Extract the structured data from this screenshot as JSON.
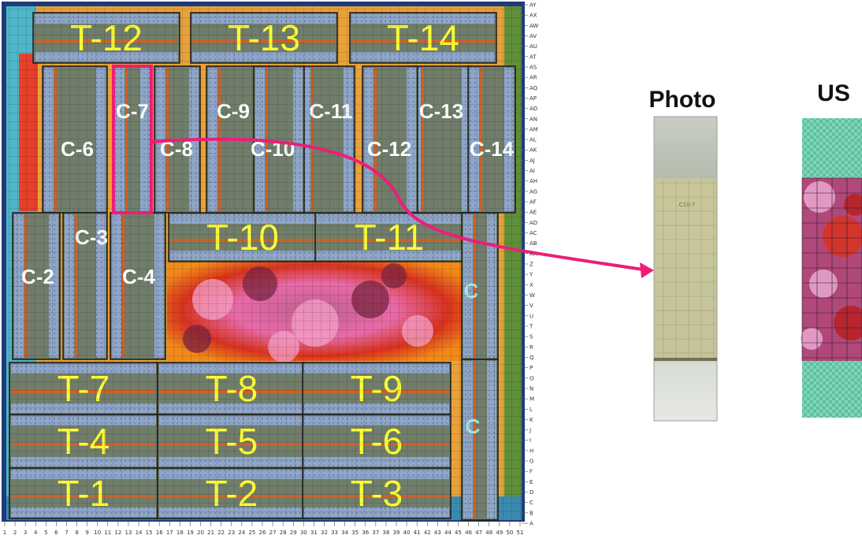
{
  "colors": {
    "panel_border": "#1a1a1a",
    "contour_bg": "#3a5a2a",
    "specimen_fill": "#6f7d6a",
    "strip_blue": "#8fa6c8",
    "strip_orange": "#e05a1a",
    "hot_pink": "#e86aa8",
    "dark_red": "#a0302a",
    "highlight": "#ec1e78",
    "t_label": "#ffff33",
    "c_label": "#ffffff",
    "us_teal": "#7fd6b8",
    "us_magenta": "#b0487a"
  },
  "panel": {
    "t_specimens": [
      {
        "label": "T-12"
      },
      {
        "label": "T-13"
      },
      {
        "label": "T-14"
      },
      {
        "label": "T-10"
      },
      {
        "label": "T-11"
      },
      {
        "label": "T-7"
      },
      {
        "label": "T-8"
      },
      {
        "label": "T-9"
      },
      {
        "label": "T-4"
      },
      {
        "label": "T-5"
      },
      {
        "label": "T-6"
      },
      {
        "label": "T-1"
      },
      {
        "label": "T-2"
      },
      {
        "label": "T-3"
      }
    ],
    "c_specimens": [
      {
        "label": "C-7"
      },
      {
        "label": "C-9"
      },
      {
        "label": "C-11"
      },
      {
        "label": "C-13"
      },
      {
        "label": "C-6"
      },
      {
        "label": "C-8"
      },
      {
        "label": "C-10"
      },
      {
        "label": "C-12"
      },
      {
        "label": "C-14"
      },
      {
        "label": "C-3"
      },
      {
        "label": "C-2"
      },
      {
        "label": "C-4"
      },
      {
        "label": "C"
      },
      {
        "label": "C"
      }
    ],
    "row_labels": [
      "AY",
      "AX",
      "AW",
      "AV",
      "AU",
      "AT",
      "AS",
      "AR",
      "AQ",
      "AP",
      "AO",
      "AN",
      "AM",
      "AL",
      "AK",
      "AJ",
      "AI",
      "AH",
      "AG",
      "AF",
      "AE",
      "AD",
      "AC",
      "AB",
      "AA",
      "Z",
      "Y",
      "X",
      "W",
      "V",
      "U",
      "T",
      "S",
      "R",
      "Q",
      "P",
      "O",
      "N",
      "M",
      "L",
      "K",
      "J",
      "I",
      "H",
      "G",
      "F",
      "E",
      "D",
      "C",
      "B",
      "A"
    ],
    "col_labels": [
      "1",
      "2",
      "3",
      "4",
      "5",
      "6",
      "7",
      "8",
      "9",
      "10",
      "11",
      "12",
      "13",
      "14",
      "15",
      "16",
      "17",
      "18",
      "19",
      "20",
      "21",
      "22",
      "23",
      "24",
      "25",
      "26",
      "27",
      "28",
      "29",
      "30",
      "31",
      "32",
      "33",
      "34",
      "35",
      "36",
      "37",
      "38",
      "39",
      "40",
      "41",
      "42",
      "43",
      "44",
      "45",
      "46",
      "47",
      "48",
      "49",
      "50",
      "51"
    ]
  },
  "photo": {
    "title": "Photo",
    "specimen_tag": "C10-7"
  },
  "us": {
    "title": "US"
  }
}
